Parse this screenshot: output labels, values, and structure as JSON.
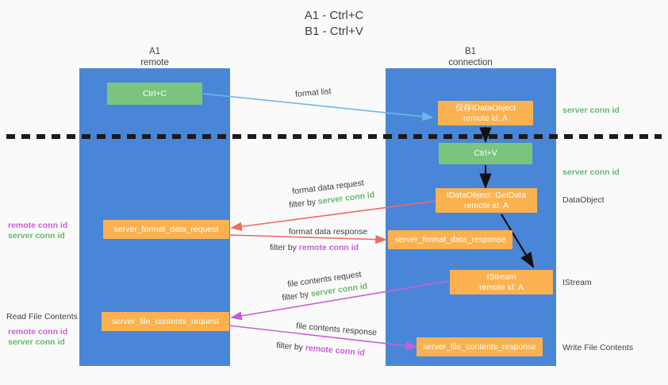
{
  "title": {
    "line1": "A1 - Ctrl+C",
    "line2": "B1 - Ctrl+V"
  },
  "lanes": [
    {
      "name": "A1",
      "sub": "remote"
    },
    {
      "name": "B1",
      "sub": "connection"
    }
  ],
  "nodes": {
    "ctrl_c": "Ctrl+C",
    "idataobject": {
      "line1": "仅存IDataObject",
      "line2": "remote id: A"
    },
    "ctrl_v": "Ctrl+V",
    "getdata": {
      "line1": "IDataObject::GetData",
      "line2": "remote id: A"
    },
    "server_format_data_request": "server_format_data_request",
    "server_format_data_response": "server_format_data_response",
    "istream": {
      "line1": "IStream",
      "line2": "remote id: A"
    },
    "server_file_contents_request": "server_file_contents_request",
    "server_file_contents_response": "server_file_contents_response"
  },
  "edges": {
    "format_list": "format list",
    "format_data_request": "format data request",
    "format_data_request_filter_prefix": "filter by ",
    "format_data_request_filter_value": "server conn id",
    "format_data_response": "format data response",
    "format_data_response_filter_prefix": "filter by ",
    "format_data_response_filter_value": "remote conn id",
    "file_contents_request": "file contents request",
    "file_contents_request_filter_prefix": "filter by ",
    "file_contents_request_filter_value": "server conn id",
    "file_contents_response": "file contents response",
    "file_contents_response_filter_prefix": "filter by ",
    "file_contents_response_filter_value": "remote conn id"
  },
  "annotations": {
    "right_server_conn_id_top": "server conn id",
    "right_server_conn_id_mid": "server conn id",
    "right_dataobject": "DataObject",
    "right_istream": "IStream",
    "right_write_file_contents": "Write File Contents",
    "left_format_remote": "remote conn id",
    "left_format_server": "server conn id",
    "left_read_file_contents": "Read File Contents",
    "left_file_remote": "remote conn id",
    "left_file_server": "server conn id"
  },
  "colors": {
    "lane": "#4a86d8",
    "green_node": "#7bc47f",
    "orange_node": "#fbb14f",
    "green_text": "#63bb6b",
    "magenta_text": "#c95fd6",
    "blue_arrow": "#6fb7e8",
    "red_arrow": "#f2695e",
    "dark_arrow": "#1a1a1a",
    "divider": "#1a1a1a"
  }
}
